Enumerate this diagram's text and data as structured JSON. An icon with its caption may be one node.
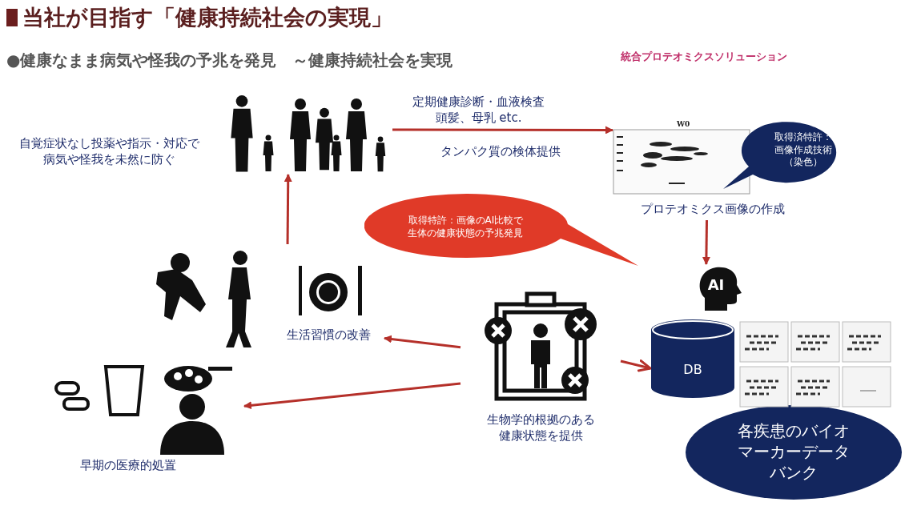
{
  "diagram": {
    "title": "当社が目指す「健康持続社会の実現」",
    "nodes": [
      {
        "text": [],
        "shape": "picture",
        "beside": [
          "自覚症状なし投薬や指示・対応で病気や怪我を未然に防ぐ"
        ]
      },
      {
        "text": [
          "プロテオミクス画像の作成"
        ],
        "beside": [
          "W0"
        ]
      },
      {
        "text": [
          "取得済特許：画像作成技術（染色）"
        ]
      },
      {
        "text": [
          "AI"
        ]
      },
      {
        "text": [
          "DB"
        ]
      },
      {
        "text": [
          "各疾患のバイオマーカーデータバンク"
        ]
      },
      {
        "text": [
          "取得特許：画像のAI比較で生体の健康状態の予兆発見"
        ]
      },
      {
        "text": [
          "生物学的根拠のある健康状態を提供"
        ]
      },
      {
        "text": [
          "生活習慣の改善"
        ]
      },
      {
        "text": [
          "早期の医療的処置"
        ]
      }
    ],
    "edges": [
      {
        "from": 0,
        "to": 1,
        "arrow": "to",
        "label": "定期健康診断・血液検査頭髪、母乳 etc."
      },
      {
        "from": 1,
        "to": 3,
        "arrow": "to"
      },
      {
        "from": 7,
        "to": 4,
        "arrow": "to"
      },
      {
        "from": 7,
        "to": 8,
        "arrow": "to"
      },
      {
        "from": 7,
        "to": 9,
        "arrow": "to"
      },
      {
        "from": 8,
        "to": 0,
        "arrow": "to"
      }
    ],
    "labels": [
      "●健康なまま病気や怪我の予兆を発見　～健康持続社会を実現",
      "統合プロテオミクスソリューション",
      "タンパク質の検体提供"
    ]
  }
}
